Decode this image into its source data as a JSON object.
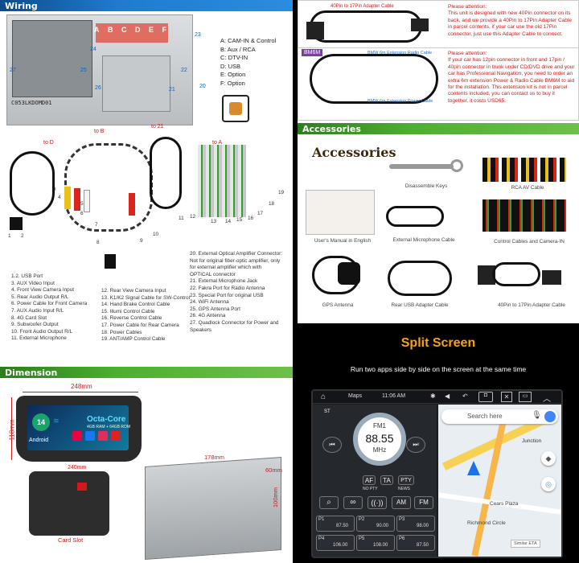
{
  "sections": {
    "wiring": "Wiring",
    "accessories_bar": "Accessories",
    "dimension": "Dimension",
    "split_title": "Split Screen",
    "split_sub": "Run two apps side by side on the screen at the same time"
  },
  "wiring": {
    "serial": "C053LKDOMD01",
    "letters": [
      "A",
      "B",
      "C",
      "D",
      "E",
      "F"
    ],
    "small_nums": [
      "23",
      "24",
      "25",
      "26",
      "27",
      "21",
      "22",
      "20"
    ],
    "legend": [
      "A: CAM-IN & Control",
      "B: Aux / RCA",
      "C: DTV-IN",
      "D: USB",
      "E: Option",
      "F: Option"
    ],
    "to_labels": [
      "to D",
      "to B",
      "to 21",
      "to A"
    ],
    "callouts": [
      "1",
      "2",
      "3",
      "4",
      "5",
      "6",
      "7",
      "8",
      "9",
      "10",
      "11",
      "12",
      "13",
      "14",
      "15",
      "16",
      "17",
      "18",
      "19"
    ],
    "list_left": [
      "1.2. USB Port",
      "3. AUX Video Input",
      "4. Front View Camera Input",
      "5. Rear Audio Output R/L",
      "6. Power Cable for Front Camera",
      "7. AUX Audio Input R/L",
      "8. 4G Card Slot",
      "9. Subwoofer Output",
      "10. Front Audio Output R/L",
      "11. External Microphone"
    ],
    "list_mid": [
      "12. Rear View Camera Input",
      "13. K1/K2 Signal Cable for SW-Control",
      "14. Hand Brake Control Cable",
      "15. Illumi Control Cable",
      "16. Reverse Control Cable",
      "17. Power Cable for Rear Camera",
      "18. Power Cables",
      "19. ANT/AMP Control Cable"
    ],
    "list_right": [
      "20. External Optical Amplifier Connector: Not for original fiber-optic amplifier, only for external amplifier which with OPTICAL connector",
      "21. External Microphone Jack",
      "22. Fakra Port for Radio Antenna",
      "23. Special Port for original USB",
      "24. WiFi Antenna",
      "25. GPS Antenna Port",
      "26. 4G Antenna",
      "27. Quadlock Connector for Power and Speakers"
    ]
  },
  "adapter": {
    "cable1_label": "40Pin to 17Pin Adapter Cable",
    "note1_title": "Please attention:",
    "note1": "This unit is designed with new 40Pin connector on its back, and we provide a 40Pin to 17Pin Adapter Cable in parcel contents, if your car use the old 17Pin connector, just use this Adapter Cable to connect.",
    "bm6m": "BM6M",
    "radio_ext": "BMW 6m Extension Radio Cable",
    "power_ext": "BMW 6m Extension Power Cable",
    "note2_title": "Please attention:",
    "note2": "If your car has 12pin connector in front and 17pin / 40pin connector in trunk under CD/DVD drive and your car has Professional Navigation, you need to order an extra 6m extension Power & Radio Cable BM6M to aid for the installation. This extension kit is not in parcel contents included, you can contact us to buy it together, it costs USD65."
  },
  "accessories": {
    "title": "Accessories",
    "items": [
      "Disassemble Keys",
      "RCA AV Cable",
      "User's Manual in English",
      "External Microphone Cable",
      "Control Cables and Camera-IN",
      "GPS Antenna",
      "Rear USB Adapter Cable",
      "40Pin to 17Pin Adapter Cable"
    ]
  },
  "dimension": {
    "w1": "248mm",
    "h1": "118mm",
    "w2": "178mm",
    "d2": "100mm",
    "s1": "240mm",
    "s2": "60mm",
    "card_slot": "Card Slot",
    "badge_num": "14",
    "badge_sub": "Android",
    "octa": "Octa-Core",
    "spec": "4GB RAM + 64GB ROM"
  },
  "head_unit": {
    "title": "Maps",
    "time": "11:06 AM",
    "st": "ST",
    "band": "FM1",
    "freq": "88.55",
    "unit": "MHz",
    "toggles": [
      "AF",
      "TA",
      "PTY"
    ],
    "toggle_sub": [
      "NO PTY",
      "NEWS"
    ],
    "am": "AM",
    "fm": "FM",
    "presets": [
      {
        "p": "P1",
        "f": "87.50"
      },
      {
        "p": "P2",
        "f": "90.00"
      },
      {
        "p": "P3",
        "f": "98.00"
      },
      {
        "p": "P4",
        "f": "106.00"
      },
      {
        "p": "P5",
        "f": "108.00"
      },
      {
        "p": "P6",
        "f": "87.50"
      }
    ],
    "search_placeholder": "Search here",
    "map_labels": [
      "Junction",
      "Cears Plaza",
      "Richmond Circle"
    ],
    "map_eta": "Similar ETA"
  },
  "colors": {
    "blue_bar": "#1e7bd0",
    "green_bar": "#4caf2e",
    "split_orange": "#f7a21b"
  }
}
